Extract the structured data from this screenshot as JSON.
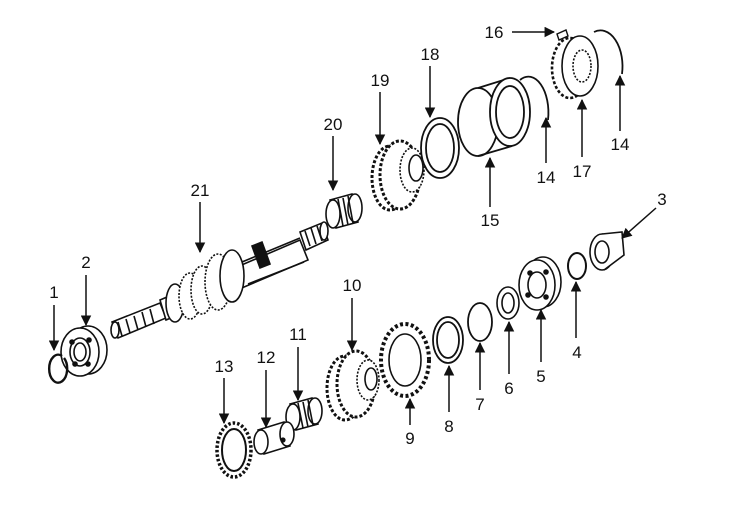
{
  "figure": {
    "callouts": [
      {
        "id": "c1",
        "label": "1"
      },
      {
        "id": "c2",
        "label": "2"
      },
      {
        "id": "c3",
        "label": "3"
      },
      {
        "id": "c4",
        "label": "4"
      },
      {
        "id": "c5",
        "label": "5"
      },
      {
        "id": "c6",
        "label": "6"
      },
      {
        "id": "c7",
        "label": "7"
      },
      {
        "id": "c8",
        "label": "8"
      },
      {
        "id": "c9",
        "label": "9"
      },
      {
        "id": "c10",
        "label": "10"
      },
      {
        "id": "c11",
        "label": "11"
      },
      {
        "id": "c12",
        "label": "12"
      },
      {
        "id": "c13",
        "label": "13"
      },
      {
        "id": "c14a",
        "label": "14"
      },
      {
        "id": "c14b",
        "label": "14"
      },
      {
        "id": "c15",
        "label": "15"
      },
      {
        "id": "c16",
        "label": "16"
      },
      {
        "id": "c17",
        "label": "17"
      },
      {
        "id": "c18",
        "label": "18"
      },
      {
        "id": "c19",
        "label": "19"
      },
      {
        "id": "c20",
        "label": "20"
      },
      {
        "id": "c21",
        "label": "21"
      }
    ]
  }
}
